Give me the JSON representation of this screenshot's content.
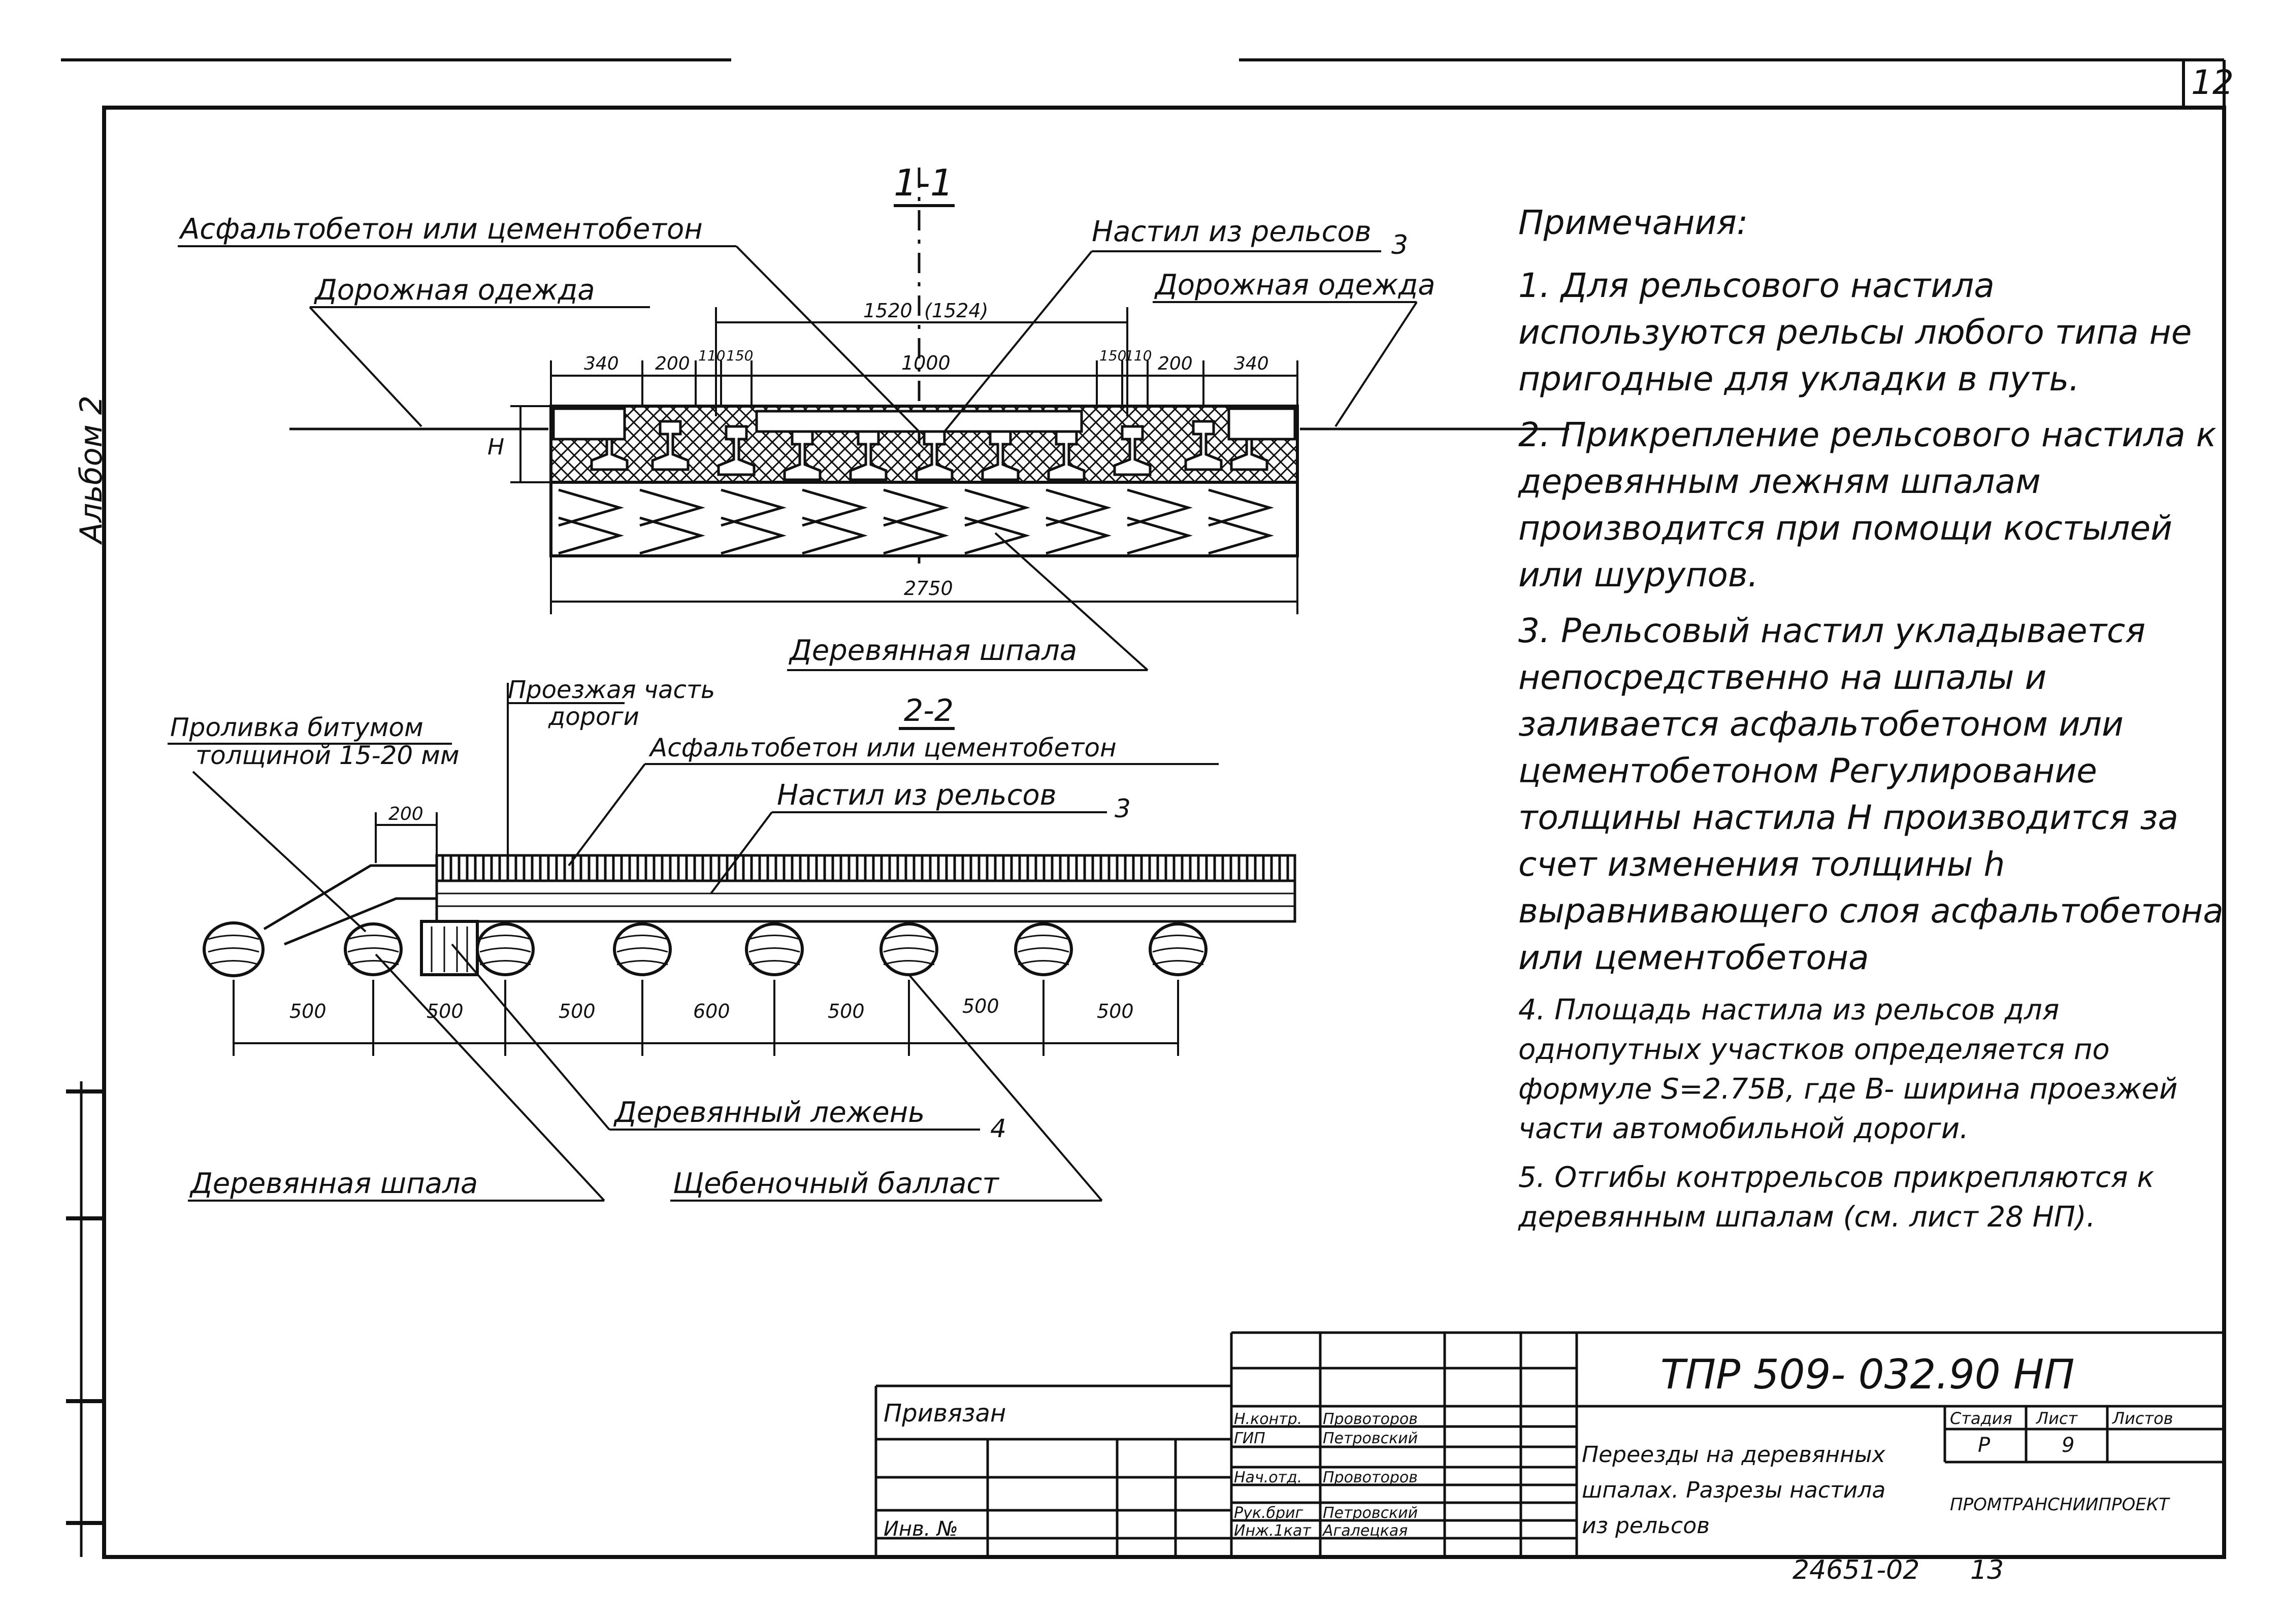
{
  "sheet": {
    "sheet_number": "12",
    "side_label": "Альбом 2"
  },
  "section_1_1": {
    "title": "1-1",
    "label_asphalt": "Асфальтобетон или цементобетон",
    "label_road_left": "Дорожная одежда",
    "label_road_right": "Дорожная одежда",
    "label_deck": "Настил из рельсов",
    "label_deck_ref": "3",
    "label_sleeper": "Деревянная шпала",
    "dim_h": "H",
    "dims_top": [
      "1520",
      "(1524)"
    ],
    "dims_row": [
      "340",
      "200",
      "110",
      "150",
      "1000",
      "150",
      "110",
      "200",
      "340"
    ],
    "dim_total": "2750"
  },
  "section_2_2": {
    "title": "2-2",
    "label_bitumen_1": "Проливка битумом",
    "label_bitumen_2": "толщиной 15-20 мм",
    "label_carriage_1": "Проезжая часть",
    "label_carriage_2": "дороги",
    "label_asphalt": "Асфальтобетон или цементобетон",
    "label_deck": "Настил из рельсов",
    "label_deck_ref": "3",
    "dim_200": "200",
    "spacing": [
      "500",
      "500",
      "500",
      "600",
      "500",
      "500",
      "500"
    ],
    "label_beam": "Деревянный лежень",
    "label_beam_ref": "4",
    "label_sleeper": "Деревянная шпала",
    "label_ballast": "Щебеночный балласт"
  },
  "notes": {
    "title": "Примечания:",
    "items": [
      "1. Для рельсового настила используются рельсы любого типа не пригодные для укладки в путь.",
      "2. Прикрепление рельсового настила к деревянным лежням шпалам производится при помощи костылей или шурупов.",
      "3. Рельсовый настил укладывается непосредственно на шпалы и заливается асфальтобетоном или цементобетоном Регулирование толщины настила H производится за счет изменения толщины h выравнивающего слоя асфальтобетона или цементобетона",
      "4. Площадь настила из рельсов для однопутных участков определяется по формуле S=2.75B, где B- ширина проезжей части автомобильной дороги.",
      "5. Отгибы контррельсов прикрепляются к деревянным шпалам (см. лист 28 НП)."
    ]
  },
  "title_block": {
    "code": "ТПР 509- 032.90 НП",
    "privyazan": "Привязан",
    "inv": "Инв. №",
    "roles": [
      "Н.контр.",
      "ГИП",
      "Нач.отд.",
      "Рук.бриг",
      "Инж.1кат"
    ],
    "names": [
      "Провоторов",
      "Петровский",
      "Провоторов",
      "Петровский",
      "Агалецкая"
    ],
    "description": [
      "Переезды на деревянных",
      "шпалах. Разрезы настила",
      "из рельсов"
    ],
    "stage_header": "Стадия",
    "sheet_header": "Лист",
    "sheets_header": "Листов",
    "stage": "Р",
    "sheet": "9",
    "organization": "ПРОМТРАНСНИИПРОЕКТ",
    "archive_number": "24651-02",
    "archive_page": "13"
  }
}
